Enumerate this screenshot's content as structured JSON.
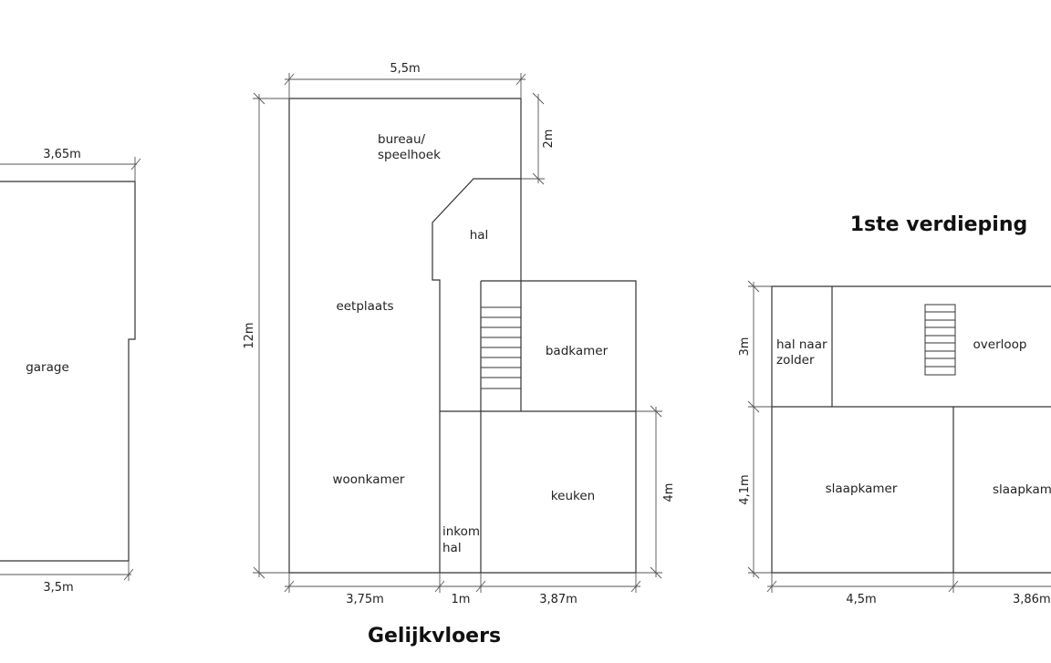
{
  "titles": {
    "ground_floor": "Gelijkvloers",
    "first_floor": "1ste verdieping"
  },
  "garage": {
    "label": "garage",
    "dim_top": "3,65m",
    "dim_bottom": "3,5m"
  },
  "ground_floor": {
    "rooms": {
      "bureau_line1": "bureau/",
      "bureau_line2": "speelhoek",
      "hal": "hal",
      "eetplaats": "eetplaats",
      "badkamer": "badkamer",
      "woonkamer": "woonkamer",
      "keuken": "keuken",
      "inkom_line1": "inkom",
      "inkom_line2": "hal"
    },
    "dims": {
      "top_width": "5,5m",
      "total_height": "12m",
      "bureau_depth": "2m",
      "keuken_depth": "4m",
      "bottom_left": "3,75m",
      "bottom_mid": "1m",
      "bottom_right": "3,87m"
    }
  },
  "first_floor": {
    "rooms": {
      "hal_zolder_line1": "hal naar",
      "hal_zolder_line2": "zolder",
      "overloop": "overloop",
      "slaapkamer_1": "slaapkamer",
      "slaapkamer_2": "slaapkamer"
    },
    "dims": {
      "upper_height": "3m",
      "lower_height": "4,1m",
      "bottom_left": "4,5m",
      "bottom_right": "3,86m"
    }
  }
}
